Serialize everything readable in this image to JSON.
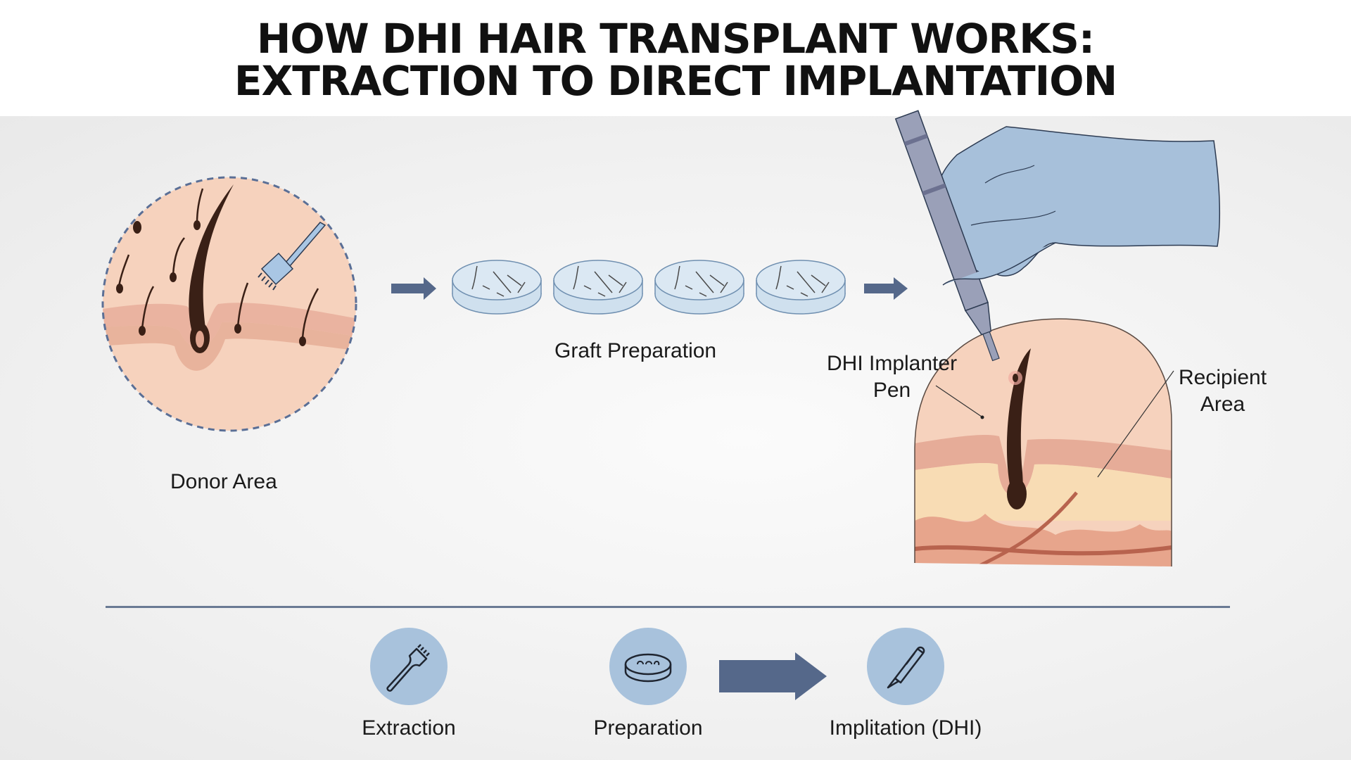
{
  "title": {
    "line1": "HOW DHI HAIR TRANSPLANT WORKS:",
    "line2": "EXTRACTION TO DIRECT IMPLANTATION"
  },
  "diagram": {
    "donor_label": "Donor Area",
    "graft_label": "Graft Preparation",
    "pen_label_line1": "DHI Implanter",
    "pen_label_line2": "Pen",
    "recipient_label_line1": "Recipient",
    "recipient_label_line2": "Area",
    "dish_count": 4
  },
  "steps": [
    {
      "label": "Extraction",
      "icon": "punch-tool-icon"
    },
    {
      "label": "Preparation",
      "icon": "petri-dish-icon"
    },
    {
      "label": "Implitation (DHI)",
      "icon": "implanter-pen-icon"
    }
  ],
  "colors": {
    "skin": "#f6d2bd",
    "skin_layer": "#eab3a0",
    "hair": "#3a2016",
    "glove": "#a7c0da",
    "pen": "#9aa0b8",
    "arrow": "#55688a",
    "dashed_border": "#5a6f96",
    "step_circle": "#a8c2dc",
    "divider": "#6a7a94"
  }
}
